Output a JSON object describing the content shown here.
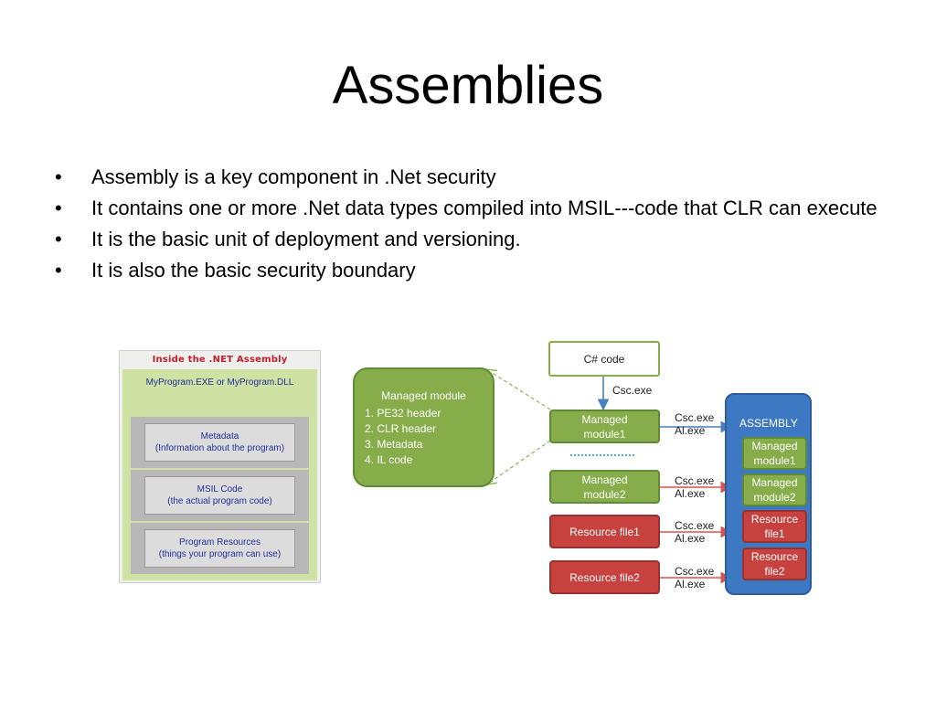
{
  "slide": {
    "title": "Assemblies",
    "bullet_char": "•",
    "bullets": [
      "Assembly is a key component in .Net security",
      "It contains one or more .Net data types compiled into MSIL---code that CLR can execute",
      "It is the basic unit of deployment and versioning.",
      "It is also the basic security boundary"
    ]
  },
  "left_figure": {
    "title": "Inside the .NET Assembly",
    "file_label": "MyProgram.EXE  or MyProgram.DLL",
    "sections": [
      {
        "line1": "Metadata",
        "line2": "(Information about the program)"
      },
      {
        "line1": "MSIL Code",
        "line2": "(the actual program code)"
      },
      {
        "line1": "Program Resources",
        "line2": "(things your program can use)"
      }
    ]
  },
  "right_diagram": {
    "csharp_code": "C# code",
    "csc_exe": "Csc.exe",
    "managed_module": {
      "title": "Managed module",
      "items": [
        "1.   PE32 header",
        "2.   CLR header",
        "3.   Metadata",
        "4.   IL code"
      ]
    },
    "module1": {
      "line1": "Managed",
      "line2": "module1"
    },
    "module2": {
      "line1": "Managed",
      "line2": "module2"
    },
    "resource1": "Resource file1",
    "resource2": "Resource file2",
    "tool_labels": [
      {
        "line1": "Csc.exe",
        "line2": "Al.exe"
      },
      {
        "line1": "Csc.exe",
        "line2": "Al.exe"
      },
      {
        "line1": "Csc.exe",
        "line2": "Al.exe"
      },
      {
        "line1": "Csc.exe",
        "line2": "Al.exe"
      }
    ],
    "assembly": {
      "label": "ASSEMBLY",
      "items": [
        {
          "line1": "Managed",
          "line2": "module1"
        },
        {
          "line1": "Managed",
          "line2": "module2"
        },
        {
          "line1": "Resource",
          "line2": "file1"
        },
        {
          "line1": "Resource",
          "line2": "file2"
        }
      ]
    },
    "colors": {
      "green": "#86ad49",
      "red": "#c7413f",
      "blue": "#3d78c2",
      "arrow_blue": "#4a7fc1",
      "arrow_red": "#d9534f"
    }
  }
}
